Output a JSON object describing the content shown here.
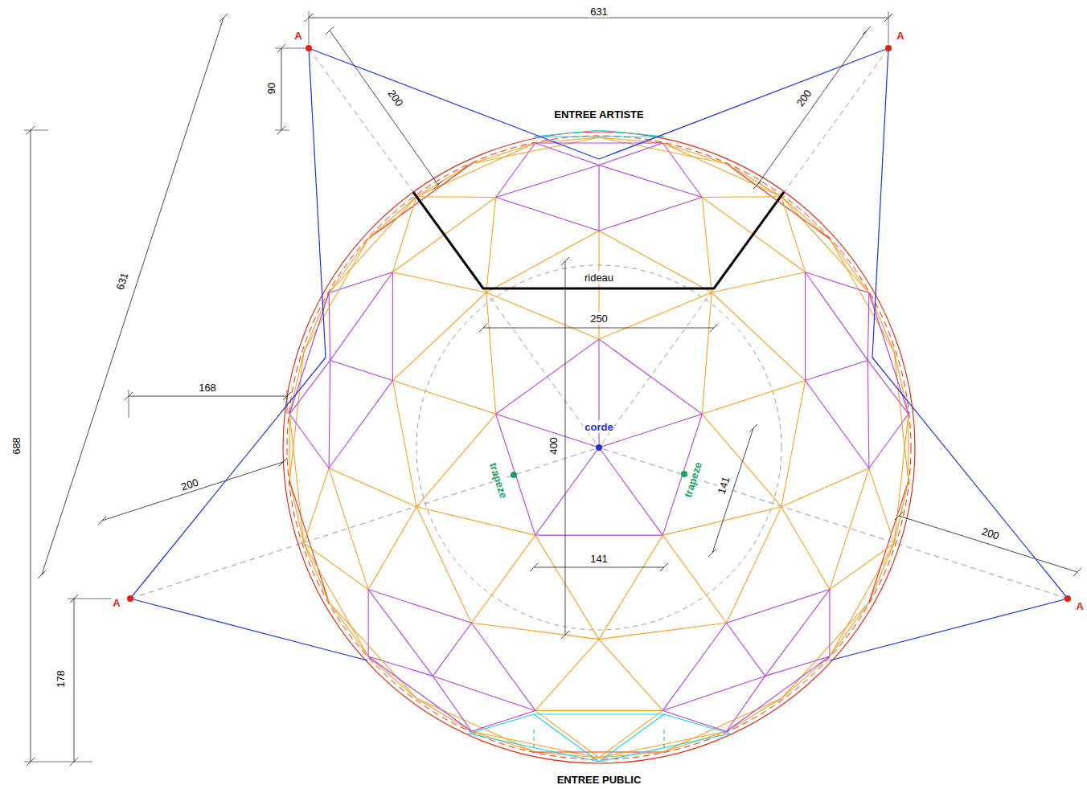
{
  "diagram": {
    "labels": [
      "631",
      "A",
      "A",
      "90",
      "200",
      "200",
      "ENTREE ARTISTE",
      "688",
      "631",
      "rideau",
      "250",
      "168",
      "corde",
      "trapeze",
      "400",
      "trapeze",
      "141",
      "200",
      "200",
      "141",
      "A",
      "A",
      "178",
      "ENTREE PUBLIC"
    ]
  }
}
